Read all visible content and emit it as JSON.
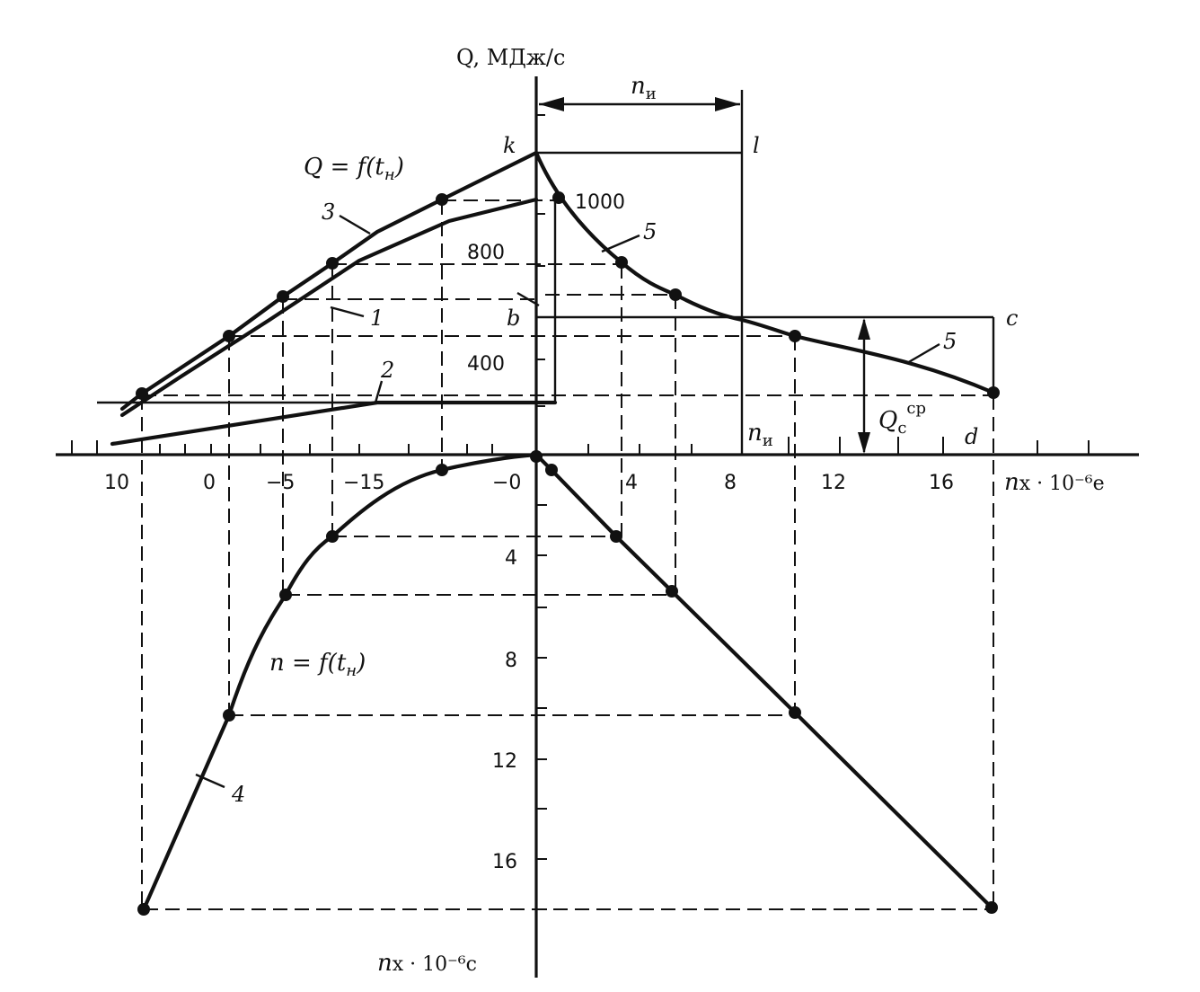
{
  "y_axis_title": "Q, МДж/с",
  "x_axis_title_top": "n",
  "x_axis_title_top_rest": "x · 10⁻⁶e",
  "y_axis_title_bottom": "n",
  "y_axis_title_bottom_rest": "x · 10⁻⁶c",
  "q_ticks": [
    "1000",
    "800",
    "400"
  ],
  "left_x_ticks": [
    "10",
    "0",
    "−5",
    "−15",
    "−0"
  ],
  "right_x_ticks": [
    "4",
    "8",
    "12",
    "16"
  ],
  "lower_y_ticks": [
    "4",
    "8",
    "12",
    "16"
  ],
  "curve_labels": {
    "c1": "1",
    "c2": "2",
    "c3": "3",
    "c4": "4",
    "c5a": "5",
    "c5b": "5"
  },
  "formula_q": "Q = f(t",
  "formula_q_sub": "н",
  "formula_q_end": ")",
  "formula_n": "n = f(t",
  "formula_n_sub": "н",
  "formula_n_end": ")",
  "point_labels": {
    "k": "k",
    "l": "l",
    "b": "b",
    "c": "c",
    "d": "d"
  },
  "n_i_top": "n",
  "n_i_sub": "и",
  "n_i_bottom": "n",
  "n_i_bottom_sub": "и",
  "q_avg": "Q",
  "q_avg_sub": "с",
  "q_avg_sup": "ср"
}
